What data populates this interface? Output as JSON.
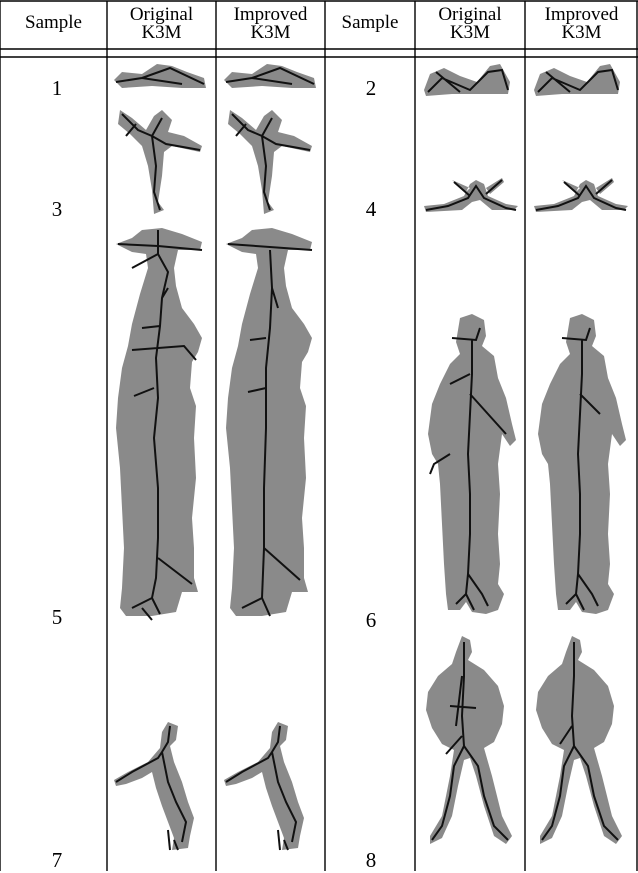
{
  "table": {
    "headers": [
      {
        "l1": "Sample",
        "l2": ""
      },
      {
        "l1": "Original",
        "l2": "K3M"
      },
      {
        "l1": "Improved",
        "l2": "K3M"
      },
      {
        "l1": "Sample",
        "l2": ""
      },
      {
        "l1": "Original",
        "l2": "K3M"
      },
      {
        "l1": "Improved",
        "l2": "K3M"
      }
    ],
    "samples": [
      "1",
      "2",
      "3",
      "4",
      "5",
      "6",
      "7",
      "8"
    ]
  },
  "colors": {
    "silhouette": "#8a8a8a",
    "skeleton": "#111111",
    "rule": "#000000"
  },
  "figures": [
    {
      "sample": "1",
      "figure": "lying-pose",
      "columns": [
        "original",
        "improved"
      ]
    },
    {
      "sample": "2",
      "figure": "reclining-pose",
      "columns": [
        "original",
        "improved"
      ]
    },
    {
      "sample": "3",
      "figure": "arabesque-pose",
      "columns": [
        "original",
        "improved"
      ]
    },
    {
      "sample": "4",
      "figure": "split-jump-pose",
      "columns": [
        "original",
        "improved"
      ]
    },
    {
      "sample": "5",
      "figure": "person-with-hat",
      "columns": [
        "original",
        "improved"
      ]
    },
    {
      "sample": "6",
      "figure": "standing-person",
      "columns": [
        "original",
        "improved"
      ]
    },
    {
      "sample": "7",
      "figure": "bending-person",
      "columns": [
        "original",
        "improved"
      ]
    },
    {
      "sample": "8",
      "figure": "wide-body-figure",
      "columns": [
        "original",
        "improved"
      ]
    }
  ]
}
